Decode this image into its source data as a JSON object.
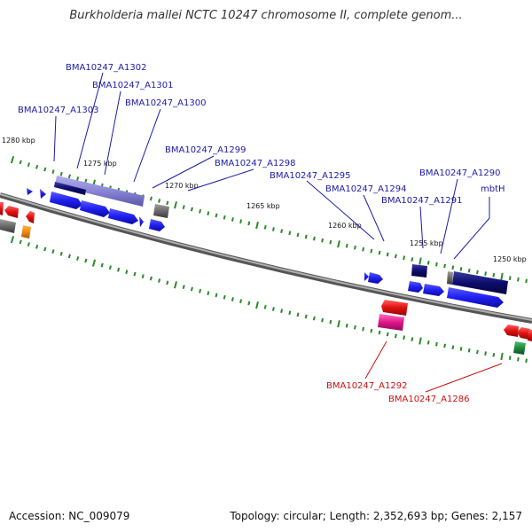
{
  "title": "Burkholderia mallei NCTC 10247 chromosome II, complete genom...",
  "footer": {
    "accession": "Accession: NC_009079",
    "summary": "Topology: circular; Length: 2,352,693 bp; Genes: 2,157"
  },
  "ticks": [
    {
      "label": "1280 kbp"
    },
    {
      "label": "1275 kbp"
    },
    {
      "label": "1270 kbp"
    },
    {
      "label": "1265 kbp"
    },
    {
      "label": "1260 kbp"
    },
    {
      "label": "1255 kbp"
    },
    {
      "label": "1250 kbp"
    }
  ],
  "gene_labels": [
    {
      "text": "BMA10247_A1302",
      "color": "#1a1aaa"
    },
    {
      "text": "BMA10247_A1301",
      "color": "#1a1aaa"
    },
    {
      "text": "BMA10247_A1303",
      "color": "#1a1aaa"
    },
    {
      "text": "BMA10247_A1300",
      "color": "#1a1aaa"
    },
    {
      "text": "BMA10247_A1299",
      "color": "#1a1aaa"
    },
    {
      "text": "BMA10247_A1298",
      "color": "#1a1aaa"
    },
    {
      "text": "BMA10247_A1295",
      "color": "#1a1aaa"
    },
    {
      "text": "BMA10247_A1290",
      "color": "#1a1aaa"
    },
    {
      "text": "BMA10247_A1294",
      "color": "#1a1aaa"
    },
    {
      "text": "mbtH",
      "color": "#1a1aaa"
    },
    {
      "text": "BMA10247_A1291",
      "color": "#1a1aaa"
    },
    {
      "text": "BMA10247_A1292",
      "color": "#cc1111"
    },
    {
      "text": "BMA10247_A1286",
      "color": "#cc1111"
    }
  ],
  "colors": {
    "backbone": "#8a8a8a",
    "tick_dots": "#2a8a2a",
    "forward_gene": "#1f1ff0",
    "forward_gene_dark": "#0c0c6e",
    "lavender_gene": "#8a84d6",
    "reverse_gene": "#e01010",
    "pink_gene": "#e0168a",
    "orange_gene": "#f08a10",
    "green_gene": "#1e8a3a",
    "gray_gene": "#6a6a6a"
  }
}
